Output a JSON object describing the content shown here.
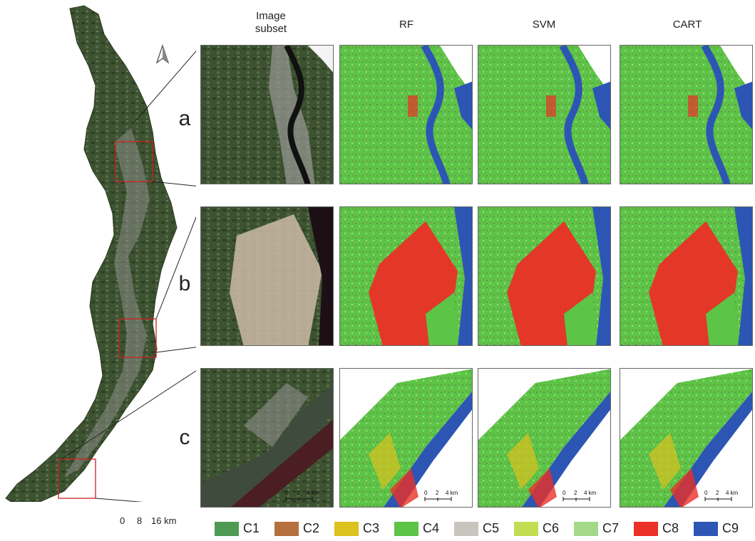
{
  "columns": {
    "subset_line1": "Image",
    "subset_line2": "subset",
    "rf": "RF",
    "svm": "SVM",
    "cart": "CART"
  },
  "rows": [
    "a",
    "b",
    "c"
  ],
  "overview_scale": {
    "t0": "0",
    "t1": "8",
    "t2": "16 km"
  },
  "panel_scale": {
    "t0": "0",
    "t1": "2",
    "t2": "4 km"
  },
  "legend": [
    {
      "label": "C1",
      "color": "#4f9a52"
    },
    {
      "label": "C2",
      "color": "#b5703d"
    },
    {
      "label": "C3",
      "color": "#dcc21c"
    },
    {
      "label": "C4",
      "color": "#5cc446"
    },
    {
      "label": "C5",
      "color": "#c7c5bd"
    },
    {
      "label": "C6",
      "color": "#c3dd52"
    },
    {
      "label": "C7",
      "color": "#a5d98a"
    },
    {
      "label": "C8",
      "color": "#ea3027"
    },
    {
      "label": "C9",
      "color": "#2d55b4"
    }
  ]
}
